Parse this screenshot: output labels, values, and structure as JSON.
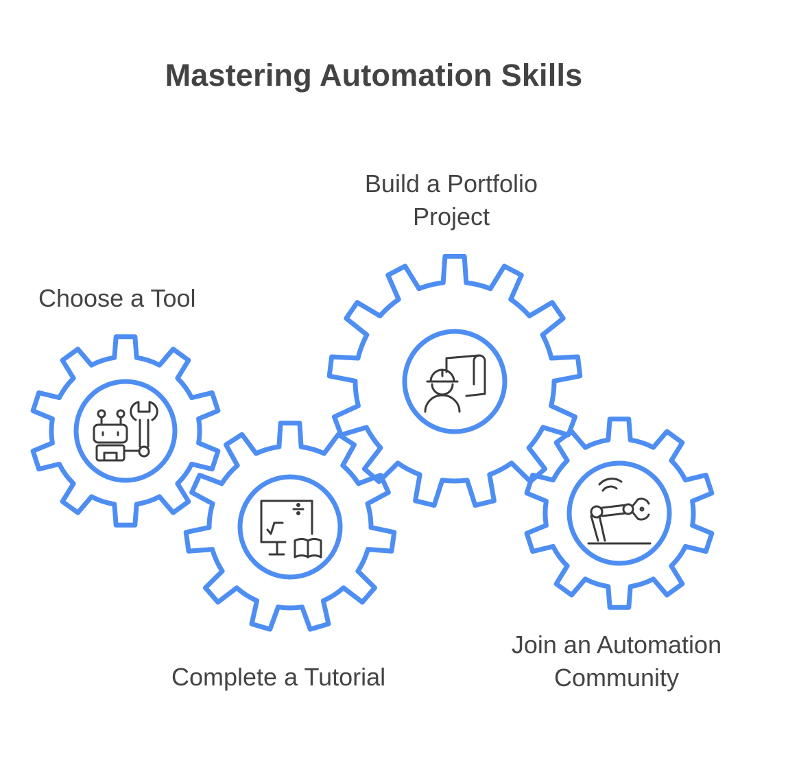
{
  "title": "Mastering Automation Skills",
  "colors": {
    "gear": "#4e8ef2",
    "text": "#444444",
    "icon": "#3a3a3a"
  },
  "steps": [
    {
      "label": "Choose a Tool",
      "icon": "robot-wrench-icon"
    },
    {
      "label": "Complete a Tutorial",
      "icon": "computer-book-icon"
    },
    {
      "label_lines": [
        "Build a Portfolio",
        "Project"
      ],
      "icon": "engineer-blueprint-icon"
    },
    {
      "label_lines": [
        "Join an Automation",
        "Community"
      ],
      "icon": "robotic-arm-icon"
    }
  ]
}
